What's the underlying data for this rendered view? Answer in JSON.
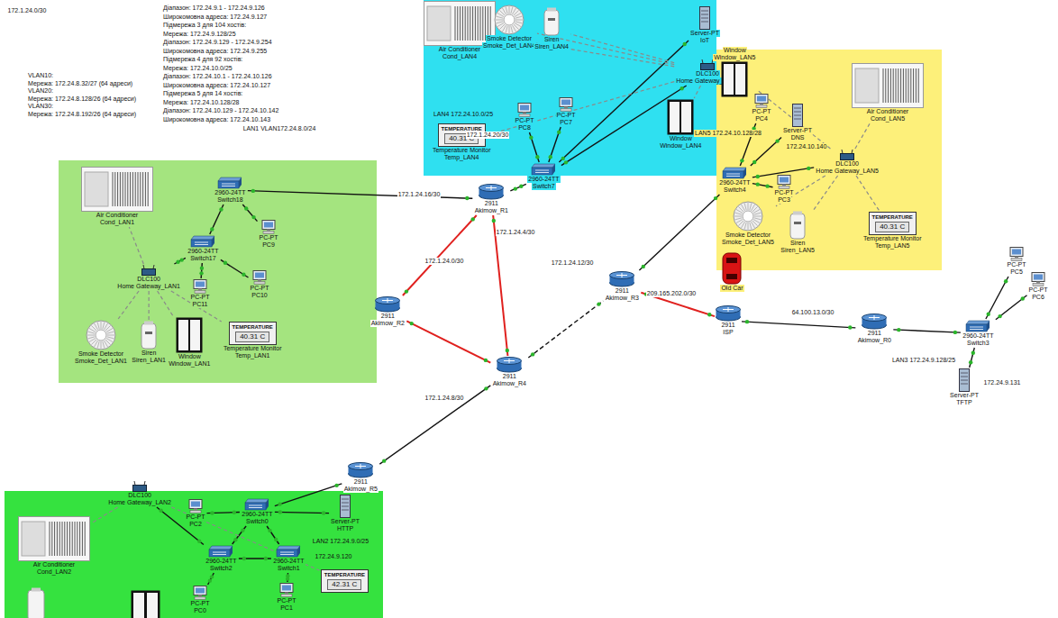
{
  "diagram": {
    "nodes": [
      {
        "text": [
          "2911",
          "Akimow_R1"
        ]
      },
      {
        "text": [
          "2911",
          "Akimow_R2"
        ]
      },
      {
        "text": [
          "2911",
          "Akimow_R4"
        ]
      },
      {
        "text": [
          "2911",
          "Akimow_R3"
        ]
      },
      {
        "text": [
          "2911",
          "Akimow_R5"
        ]
      },
      {
        "text": [
          "2911",
          "ISP"
        ]
      },
      {
        "text": [
          "2911",
          "Akimow_R0"
        ]
      },
      {
        "text": [
          "2960-24TT",
          "Switch3"
        ]
      },
      {
        "text": [
          "PC-PT",
          "PC5"
        ]
      },
      {
        "text": [
          "PC-PT",
          "PC6"
        ]
      },
      {
        "text": [
          "Server-PT",
          "TFTP"
        ]
      },
      {
        "text": [
          "2960-24TT",
          "Switch18"
        ]
      },
      {
        "text": [
          "2960-24TT",
          "Switch17"
        ]
      },
      {
        "text": [
          "PC-PT",
          "PC9"
        ]
      },
      {
        "text": [
          "PC-PT",
          "PC10"
        ]
      },
      {
        "text": [
          "PC-PT",
          "PC11"
        ]
      },
      {
        "text": [
          "DLC100",
          "Home Gateway_LAN1"
        ]
      },
      {
        "text": [
          "Air Conditioner",
          "Cond_LAN1"
        ]
      },
      {
        "text": [
          "Smoke Detector",
          "Smoke_Det_LAN1"
        ]
      },
      {
        "text": [
          "Siren",
          "Siren_LAN1"
        ]
      },
      {
        "text": [
          "Window",
          "Window_LAN1"
        ]
      },
      {
        "text": [
          "TEMPERATURE",
          "40.31 C",
          "Temperature Monitor",
          "Temp_LAN1"
        ]
      },
      {
        "text": [
          "Air Conditioner",
          "Cond_LAN4"
        ]
      },
      {
        "text": [
          "Smoke Detector",
          "Smoke_Det_LAN4"
        ]
      },
      {
        "text": [
          "Siren",
          "Siren_LAN4"
        ]
      },
      {
        "text": [
          "Server-PT",
          "IoT"
        ]
      },
      {
        "text": [
          "DLC100",
          "Home Gateway_LAN4"
        ]
      },
      {
        "text": [
          "PC-PT",
          "PC8"
        ]
      },
      {
        "text": [
          "PC-PT",
          "PC7"
        ]
      },
      {
        "text": [
          "2960-24TT",
          "Switch7"
        ]
      },
      {
        "text": [
          "TEMPERATURE",
          "40.31 C",
          "Temperature Monitor",
          "Temp_LAN4"
        ]
      },
      {
        "text": [
          "Window",
          "Window_LAN4"
        ]
      },
      {
        "text": [
          "Window",
          "Window_LAN5"
        ]
      },
      {
        "text": [
          "Server-PT",
          "DNS"
        ]
      },
      {
        "text": [
          "Air Conditioner",
          "Cond_LAN5"
        ]
      },
      {
        "text": [
          "DLC100",
          "Home Gateway_LAN5"
        ]
      },
      {
        "text": [
          "2960-24TT",
          "Switch4"
        ]
      },
      {
        "text": [
          "PC-PT",
          "PC4"
        ]
      },
      {
        "text": [
          "PC-PT",
          "PC3"
        ]
      },
      {
        "text": [
          "Smoke Detector",
          "Smoke_Det_LAN5"
        ]
      },
      {
        "text": [
          "Siren",
          "Siren_LAN5"
        ]
      },
      {
        "text": [
          "TEMPERATURE",
          "40.31 C",
          "Temperature Monitor",
          "Temp_LAN5"
        ]
      },
      {
        "text": [
          "Old Car"
        ]
      },
      {
        "text": [
          "DLC100",
          "Home Gateway_LAN2"
        ]
      },
      {
        "text": [
          "PC-PT",
          "PC2"
        ]
      },
      {
        "text": [
          "2960-24TT",
          "Switch0"
        ]
      },
      {
        "text": [
          "Server-PT",
          "HTTP"
        ]
      },
      {
        "text": [
          "2960-24TT",
          "Switch2"
        ]
      },
      {
        "text": [
          "2960-24TT",
          "Switch1"
        ]
      },
      {
        "text": [
          "PC-PT",
          "PC0"
        ]
      },
      {
        "text": [
          "PC-PT",
          "PC1"
        ]
      },
      {
        "text": [
          "Air Conditioner",
          "Cond_LAN2"
        ]
      },
      {
        "text": [
          "TEMPERATURE",
          "42.31 C"
        ]
      }
    ],
    "edges": [
      {
        "from": 0,
        "to": 11,
        "arrow": "none"
      },
      {
        "from": 0,
        "to": 29,
        "arrow": "none"
      },
      {
        "from": 0,
        "to": 1,
        "arrow": "none"
      },
      {
        "from": 0,
        "to": 2,
        "arrow": "none"
      },
      {
        "from": 1,
        "to": 2,
        "arrow": "none"
      },
      {
        "from": 2,
        "to": 3,
        "arrow": "none"
      },
      {
        "from": 2,
        "to": 4,
        "arrow": "none"
      },
      {
        "from": 3,
        "to": 36,
        "arrow": "none"
      },
      {
        "from": 3,
        "to": 5,
        "arrow": "none"
      },
      {
        "from": 5,
        "to": 6,
        "arrow": "none"
      },
      {
        "from": 6,
        "to": 7,
        "arrow": "none"
      },
      {
        "from": 7,
        "to": 8,
        "arrow": "none"
      },
      {
        "from": 7,
        "to": 9,
        "arrow": "none"
      },
      {
        "from": 7,
        "to": 10,
        "arrow": "none"
      },
      {
        "from": 11,
        "to": 12,
        "arrow": "none"
      },
      {
        "from": 11,
        "to": 13,
        "arrow": "none"
      },
      {
        "from": 12,
        "to": 14,
        "arrow": "none"
      },
      {
        "from": 12,
        "to": 15,
        "arrow": "none"
      },
      {
        "from": 12,
        "to": 16,
        "arrow": "none"
      },
      {
        "from": 29,
        "to": 27,
        "arrow": "none"
      },
      {
        "from": 29,
        "to": 28,
        "arrow": "none"
      },
      {
        "from": 29,
        "to": 25,
        "arrow": "none"
      },
      {
        "from": 29,
        "to": 26,
        "arrow": "none"
      },
      {
        "from": 36,
        "to": 33,
        "arrow": "none"
      },
      {
        "from": 36,
        "to": 37,
        "arrow": "none"
      },
      {
        "from": 36,
        "to": 38,
        "arrow": "none"
      },
      {
        "from": 36,
        "to": 35,
        "arrow": "none"
      },
      {
        "from": 4,
        "to": 45,
        "arrow": "none"
      },
      {
        "from": 45,
        "to": 44,
        "arrow": "none"
      },
      {
        "from": 45,
        "to": 46,
        "arrow": "none"
      },
      {
        "from": 45,
        "to": 47,
        "arrow": "none"
      },
      {
        "from": 45,
        "to": 48,
        "arrow": "none"
      },
      {
        "from": 47,
        "to": 48,
        "arrow": "none"
      },
      {
        "from": 47,
        "to": 49,
        "arrow": "none"
      },
      {
        "from": 48,
        "to": 50,
        "arrow": "none"
      },
      {
        "from": 47,
        "to": 43,
        "arrow": "none"
      },
      {
        "from": 16,
        "to": 17,
        "arrow": "none"
      },
      {
        "from": 16,
        "to": 18,
        "arrow": "none"
      },
      {
        "from": 16,
        "to": 19,
        "arrow": "none"
      },
      {
        "from": 16,
        "to": 20,
        "arrow": "none"
      },
      {
        "from": 16,
        "to": 21,
        "arrow": "none"
      },
      {
        "from": 26,
        "to": 22,
        "arrow": "none"
      },
      {
        "from": 26,
        "to": 23,
        "arrow": "none"
      },
      {
        "from": 26,
        "to": 24,
        "arrow": "none"
      },
      {
        "from": 26,
        "to": 30,
        "arrow": "none"
      },
      {
        "from": 26,
        "to": 31,
        "arrow": "none"
      },
      {
        "from": 35,
        "to": 32,
        "arrow": "none"
      },
      {
        "from": 35,
        "to": 34,
        "arrow": "none"
      },
      {
        "from": 35,
        "to": 39,
        "arrow": "none"
      },
      {
        "from": 35,
        "to": 40,
        "arrow": "none"
      },
      {
        "from": 35,
        "to": 41,
        "arrow": "none"
      },
      {
        "from": 43,
        "to": 51,
        "arrow": "none"
      },
      {
        "from": 43,
        "to": 52,
        "arrow": "none"
      }
    ],
    "labels": [
      "172.1.24.0/30",
      "Діапазон: 172.24.9.1 - 172.24.9.126",
      "Широкомовна адреса: 172.24.9.127",
      "Підмережа 3 для 104 хостів:",
      "Мережа: 172.24.9.128/25",
      "Діапазон: 172.24.9.129 - 172.24.9.254",
      "Широкомовна адреса: 172.24.9.255",
      "Підмережа 4 для 92 хостів:",
      "Мережа: 172.24.10.0/25",
      "Діапазон: 172.24.10.1 - 172.24.10.126",
      "Широкомовна адреса: 172.24.10.127",
      "Підмережа 5 для 14 хостів:",
      "Мережа: 172.24.10.128/28",
      "Діапазон: 172.24.10.129 - 172.24.10.142",
      "Широкомовна адреса: 172.24.10.143",
      "VLAN10:",
      "Мережа: 172.24.8.32/27 (64 адреси)",
      "VLAN20:",
      "Мережа: 172.24.8.128/26 (64 адреси)",
      "VLAN30:",
      "Мережа: 172.24.8.192/26 (64 адреси)",
      "LAN1 VLAN172.24.8.0/24",
      "LAN4 172.24.10.0/25",
      "LAN5 172.24.10.128/28",
      "172.24.10.140",
      "172.1.24.20/30",
      "172.1.24.16/30",
      "172.1.24.4/30",
      "172.1.24.0/30",
      "172.1.24.12/30",
      "209.165.202.0/30",
      "64.100.13.0/30",
      "172.1.24.8/30",
      "LAN3 172.24.9.128/25",
      "172.24.9.131",
      "LAN2 172.24.9.0/25",
      "172.24.9.120"
    ]
  }
}
